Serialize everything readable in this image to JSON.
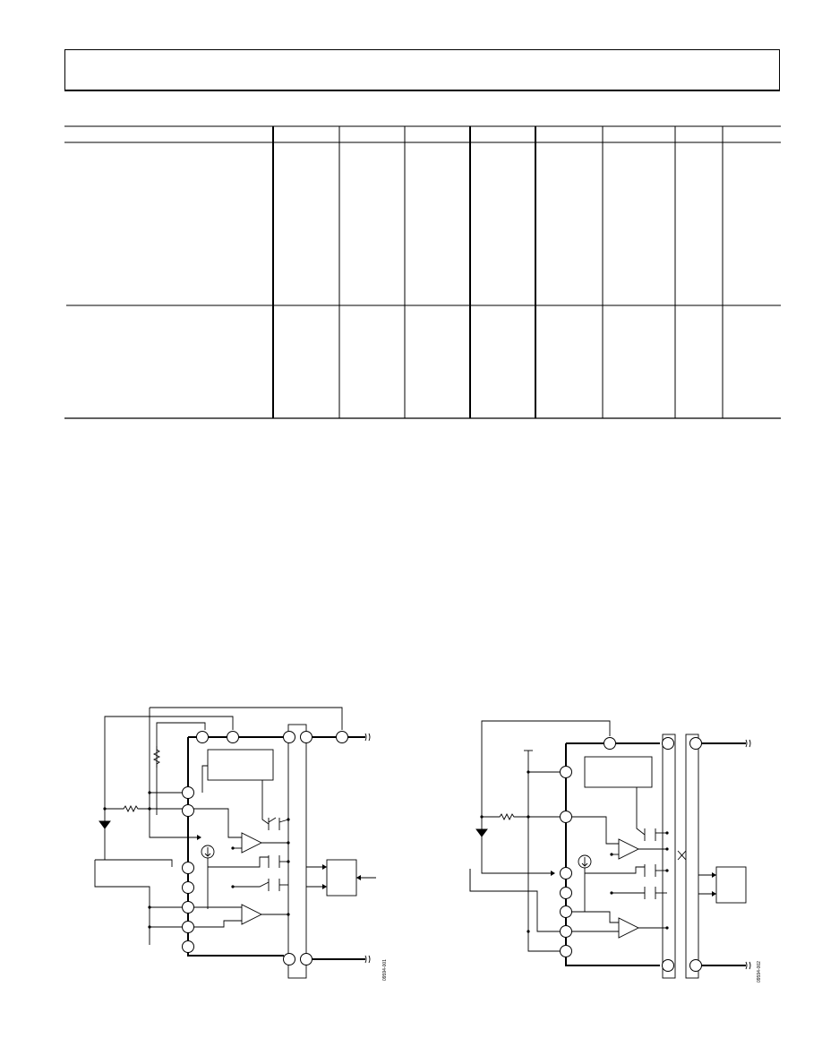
{
  "page": {
    "header_text": "",
    "table": {
      "caption": "",
      "columns": [
        "",
        "",
        "",
        "",
        "",
        "",
        "",
        ""
      ],
      "sections": [
        {
          "rows": []
        },
        {
          "rows": []
        }
      ]
    },
    "body_text": ""
  },
  "figures": [
    {
      "id": "circuit-left",
      "caption": "",
      "figure_number": "09594-001"
    },
    {
      "id": "circuit-right",
      "caption": "",
      "figure_number": "09594-002"
    }
  ]
}
